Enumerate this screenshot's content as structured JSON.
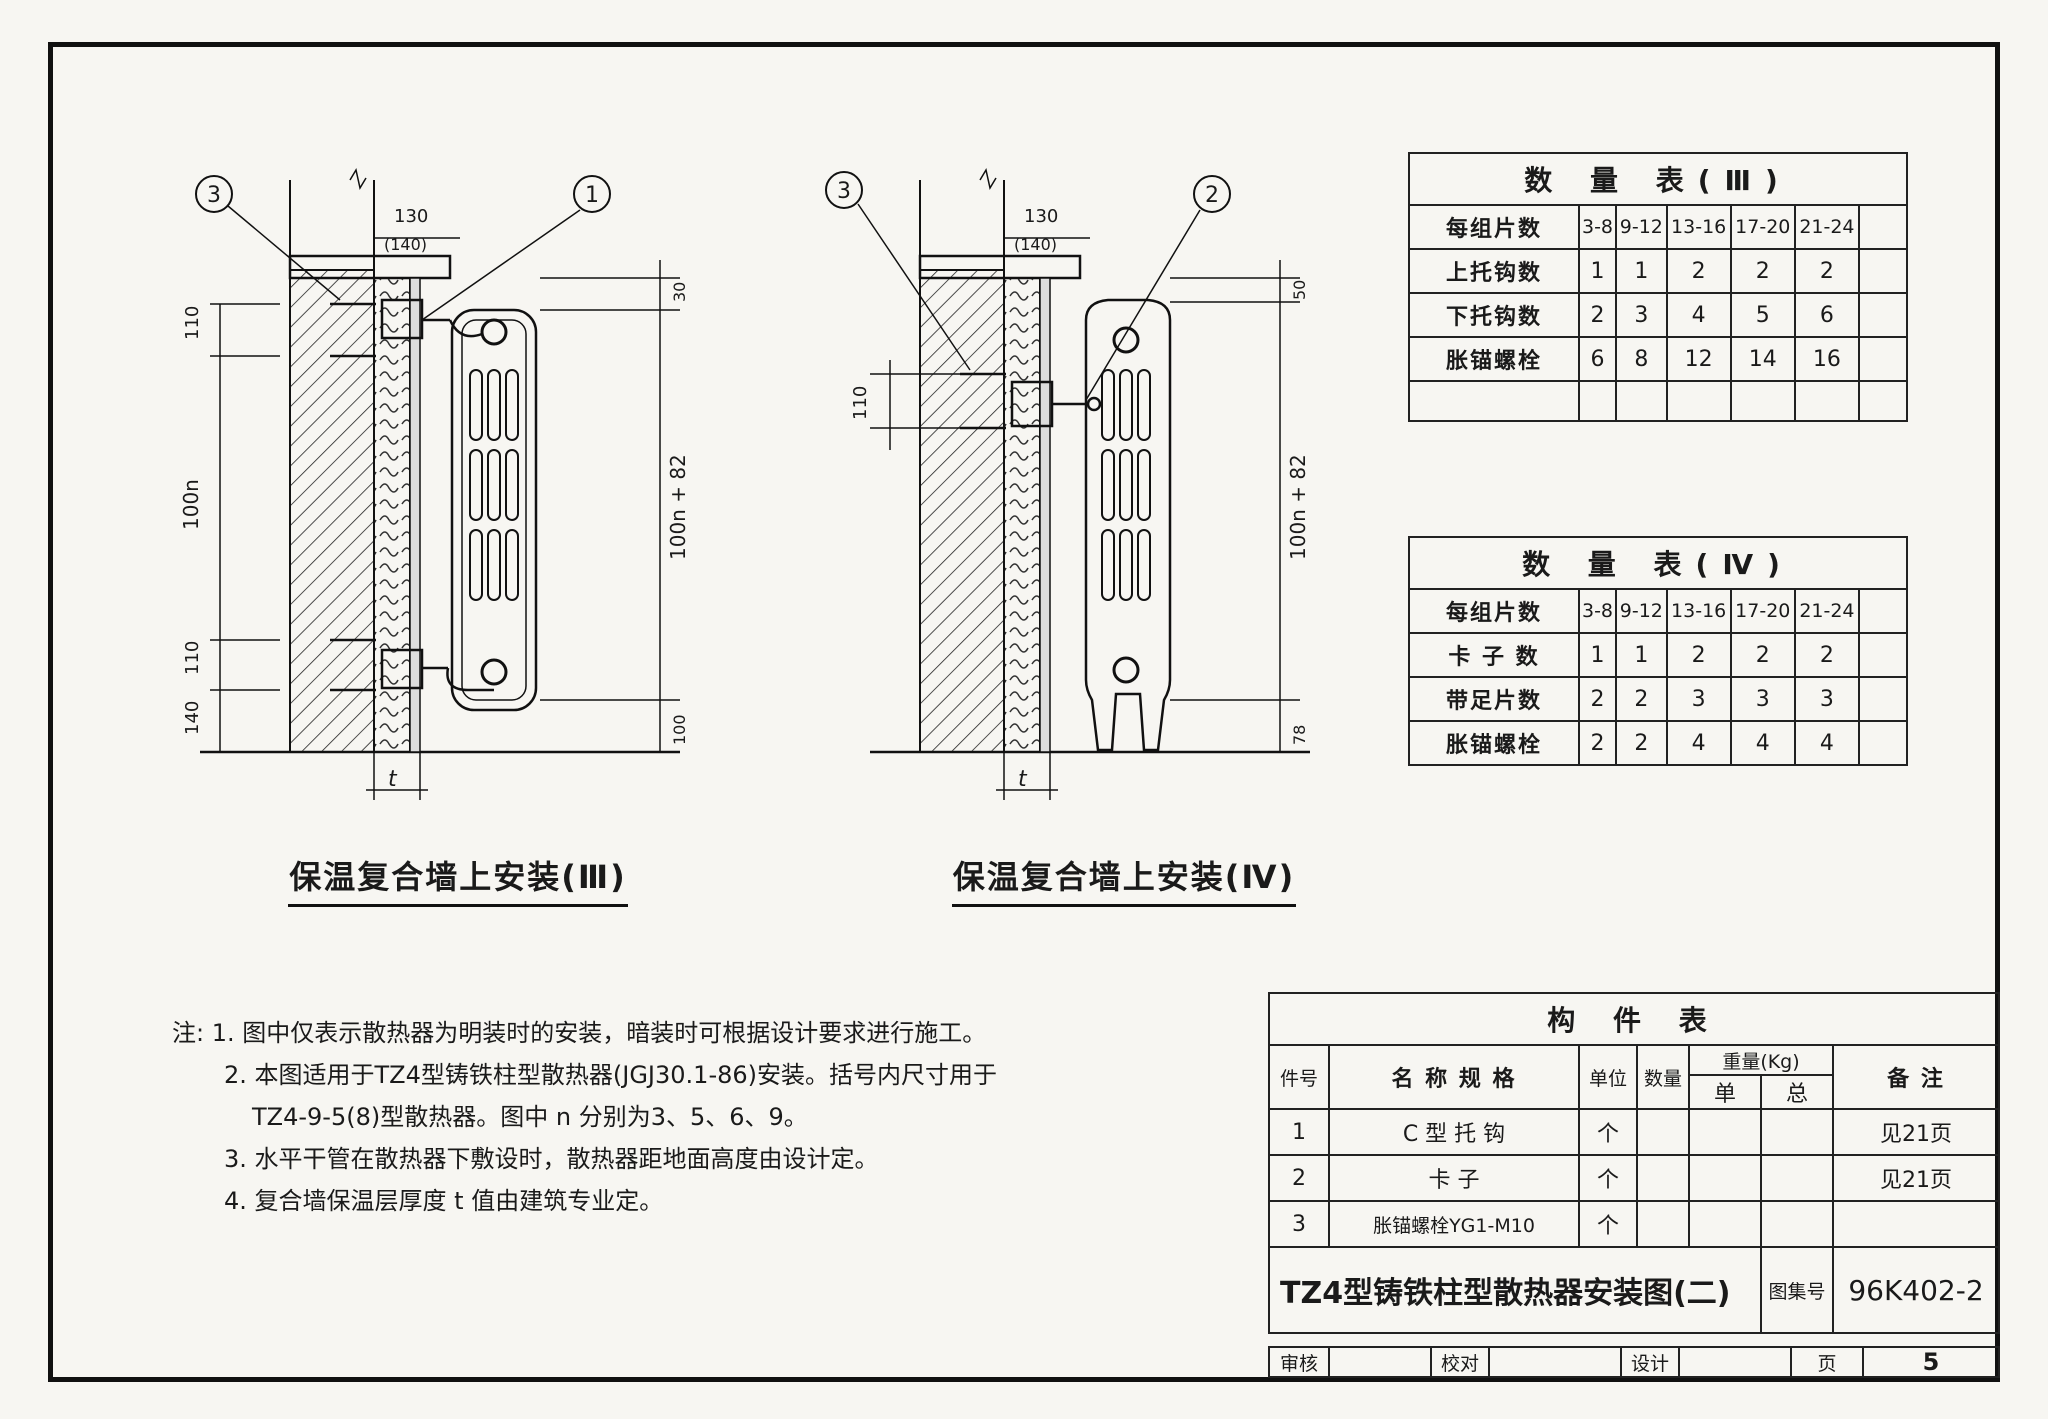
{
  "figure_left": {
    "title": "保温复合墙上安装(Ⅲ)",
    "callouts": [
      "3",
      "1"
    ],
    "dims": {
      "top_width": "130",
      "top_width_alt": "(140)",
      "d30": "30",
      "d110a": "110",
      "d100n": "100n",
      "d110b": "110",
      "d140": "140",
      "d100n82": "100n + 82",
      "d100": "100",
      "t": "t"
    }
  },
  "figure_right": {
    "title": "保温复合墙上安装(Ⅳ)",
    "callouts": [
      "3",
      "2"
    ],
    "dims": {
      "top_width": "130",
      "top_width_alt": "(140)",
      "d50": "50",
      "d110": "110",
      "d100n82": "100n + 82",
      "d78": "78",
      "t": "t"
    }
  },
  "table3": {
    "title": "数 量 表(Ⅲ)",
    "headers": [
      "每组片数",
      "3-8",
      "9-12",
      "13-16",
      "17-20",
      "21-24",
      ""
    ],
    "rows": [
      [
        "上托钩数",
        "1",
        "1",
        "2",
        "2",
        "2",
        ""
      ],
      [
        "下托钩数",
        "2",
        "3",
        "4",
        "5",
        "6",
        ""
      ],
      [
        "胀锚螺栓",
        "6",
        "8",
        "12",
        "14",
        "16",
        ""
      ],
      [
        "",
        "",
        "",
        "",
        "",
        "",
        ""
      ]
    ]
  },
  "table4": {
    "title": "数 量 表(Ⅳ)",
    "headers": [
      "每组片数",
      "3-8",
      "9-12",
      "13-16",
      "17-20",
      "21-24",
      ""
    ],
    "rows": [
      [
        "卡 子 数",
        "1",
        "1",
        "2",
        "2",
        "2",
        ""
      ],
      [
        "带足片数",
        "2",
        "2",
        "3",
        "3",
        "3",
        ""
      ],
      [
        "胀锚螺栓",
        "2",
        "2",
        "4",
        "4",
        "4",
        ""
      ]
    ]
  },
  "notes": {
    "prefix": "注:",
    "items": [
      "1. 图中仅表示散热器为明装时的安装，暗装时可根据设计要求进行施工。",
      "2. 本图适用于TZ4型铸铁柱型散热器(JGJ30.1-86)安装。括号内尺寸用于",
      "TZ4-9-5(8)型散热器。图中 n 分别为3、5、6、9。",
      "3. 水平干管在散热器下敷设时，散热器距地面高度由设计定。",
      "4. 复合墙保温层厚度 t 值由建筑专业定。"
    ]
  },
  "parts": {
    "title": "构      件      表",
    "col_no": "件号",
    "col_name": "名 称 规 格",
    "col_unit": "单位",
    "col_qty": "数量",
    "col_weight": "重量(Kg)",
    "col_w_single": "单",
    "col_w_total": "总",
    "col_remark": "备 注",
    "rows": [
      {
        "no": "1",
        "name": "C 型 托 钩",
        "unit": "个",
        "remark": "见21页"
      },
      {
        "no": "2",
        "name": "卡         子",
        "unit": "个",
        "remark": "见21页"
      },
      {
        "no": "3",
        "name": "胀锚螺栓YG1-M10",
        "unit": "个",
        "remark": ""
      }
    ]
  },
  "titleblock": {
    "drawing_title": "TZ4型铸铁柱型散热器安装图(二)",
    "atlas_label": "图集号",
    "atlas_no": "96K402-2",
    "review_label": "审核",
    "check_label": "校对",
    "design_label": "设计",
    "page_label": "页",
    "page_no": "5"
  }
}
